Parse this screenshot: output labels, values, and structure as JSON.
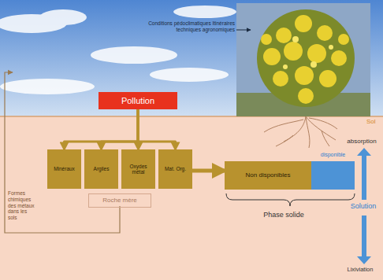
{
  "diagram": {
    "nodes": [
      {
        "text": [
          "Pollution"
        ]
      },
      {
        "text": [
          "Minéraux"
        ]
      },
      {
        "text": [
          "Argiles"
        ]
      },
      {
        "text": [
          "Oxydes métal"
        ]
      },
      {
        "text": [
          "Mat. Org."
        ]
      },
      {
        "text": [
          "Roche mère"
        ]
      },
      {
        "text": [
          "Non disponibles"
        ]
      },
      {
        "text": [
          "disponible"
        ]
      }
    ],
    "edges": [
      {
        "from": 0,
        "to": 1,
        "arrow": "to"
      },
      {
        "from": 0,
        "to": 2,
        "arrow": "to"
      },
      {
        "from": 0,
        "to": 3,
        "arrow": "to"
      },
      {
        "from": 0,
        "to": 4,
        "arrow": "to"
      },
      {
        "from": 4,
        "to": 6,
        "arrow": "to"
      }
    ],
    "labels": [
      "Conditions pédoclimatiques Itinéraires techniques agronomiques",
      "Formes chimiques des métaux dans les sols",
      "Phase solide",
      "Solution",
      "absorption",
      "Lixiviation",
      "Sol"
    ]
  }
}
